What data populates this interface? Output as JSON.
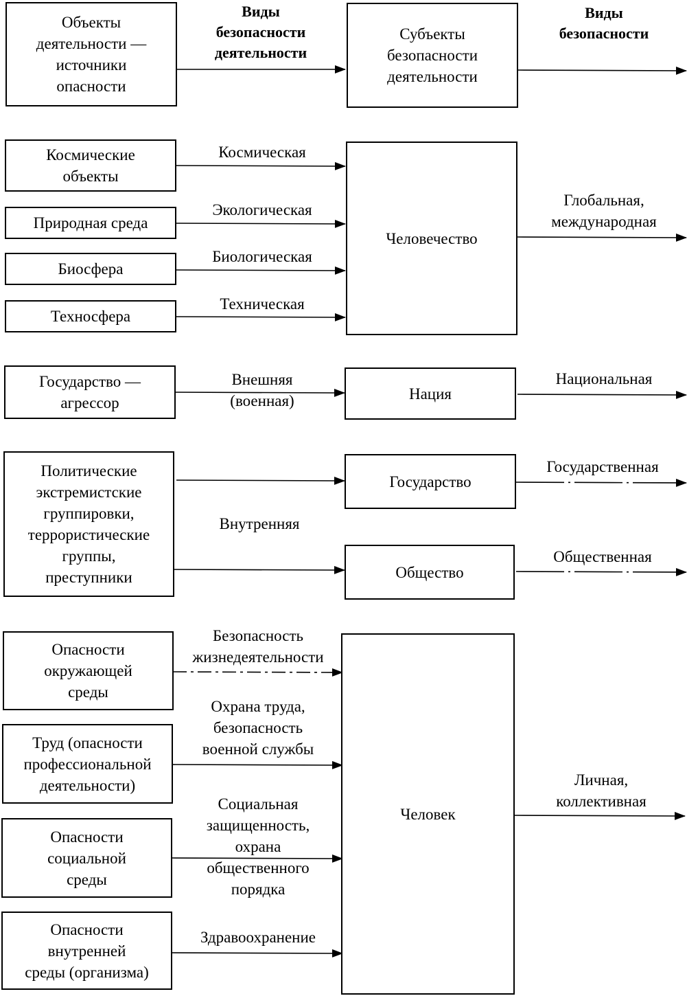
{
  "header": {
    "objects_title": "Объекты деятельности — источники опасности",
    "activity_safety_types_title": "Виды безопасности деятельности",
    "subjects_title": "Субъекты безопасности деятельности",
    "safety_types_title": "Виды безопасности"
  },
  "groups": [
    {
      "subject": "Человечество",
      "output": "Глобальная, международная",
      "sources": [
        {
          "name": "Космические объекты",
          "link": "Космическая"
        },
        {
          "name": "Природная среда",
          "link": "Экологическая"
        },
        {
          "name": "Биосфера",
          "link": "Биологическая"
        },
        {
          "name": "Техносфера",
          "link": "Техническая"
        }
      ]
    },
    {
      "subject": "Нация",
      "output": "Национальная",
      "sources": [
        {
          "name": "Государство — агрессор",
          "link": "Внешняя (военная)"
        }
      ]
    },
    {
      "subjects": [
        "Государство",
        "Общество"
      ],
      "outputs": [
        "Государственная",
        "Общественная"
      ],
      "source": "Политические экстремистские группировки, террористические группы, преступники",
      "link": "Внутренняя"
    },
    {
      "subject": "Человек",
      "output": "Личная, коллективная",
      "sources": [
        {
          "name": "Опасности окружающей среды",
          "link": "Безопасность жизнедеятельности"
        },
        {
          "name": "Труд (опасности профессиональной деятельности)",
          "link": "Охрана труда, безопасность военной службы"
        },
        {
          "name": "Опасности социальной среды",
          "link": "Социальная защищенность, охрана общественного порядка"
        },
        {
          "name": "Опасности внутренней среды (организма)",
          "link": "Здравоохранение"
        }
      ]
    }
  ],
  "lines": {
    "objects": [
      "Объекты",
      "деятельности —",
      "источники",
      "опасности"
    ],
    "activity_types": [
      "Виды",
      "безопасности",
      "деятельности"
    ],
    "subjects": [
      "Субъекты",
      "безопасности",
      "деятельности"
    ],
    "types": [
      "Виды",
      "безопасности"
    ],
    "space_objects": [
      "Космические",
      "объекты"
    ],
    "global": [
      "Глобальная,",
      "международная"
    ],
    "aggressor": [
      "Государство —",
      "агрессор"
    ],
    "external": [
      "Внешняя",
      "(военная)"
    ],
    "political": [
      "Политические",
      "экстремистские",
      "группировки,",
      "террористические",
      "группы,",
      "преступники"
    ],
    "env_dangers": [
      "Опасности",
      "окружающей",
      "среды"
    ],
    "life_safety": [
      "Безопасность",
      "жизнедеятельности"
    ],
    "labor": [
      "Труд (опасности",
      "профессиональной",
      "деятельности)"
    ],
    "labor_link": [
      "Охрана труда,",
      "безопасность",
      "военной службы"
    ],
    "social_dangers": [
      "Опасности",
      "социальной",
      "среды"
    ],
    "social_link": [
      "Социальная",
      "защищенность,",
      "охрана",
      "общественного",
      "порядка"
    ],
    "internal_dangers": [
      "Опасности",
      "внутренней",
      "среды (организма)"
    ],
    "personal": [
      "Личная,",
      "коллективная"
    ]
  }
}
